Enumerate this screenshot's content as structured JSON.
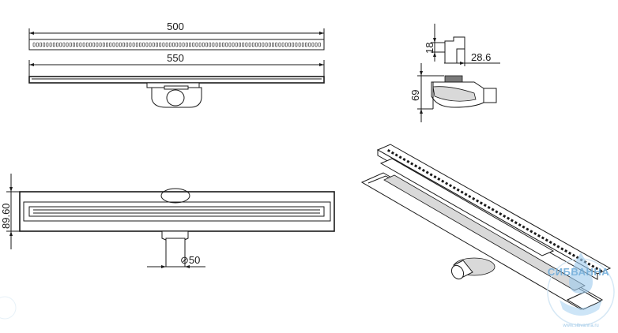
{
  "dimensions": {
    "grate_length": "500",
    "body_length": "550",
    "height_top": "18",
    "outlet_offset": "28.6",
    "height_side": "69",
    "width_front": "89.60",
    "pipe_diameter": "⊘50"
  },
  "watermark": {
    "brand": "СИБВАННА",
    "site": "www.sibvanna.ru",
    "color": "#6aa9d8"
  }
}
